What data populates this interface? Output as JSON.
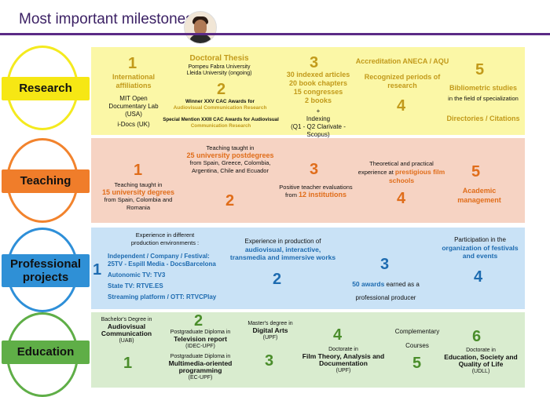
{
  "header": {
    "title": "Most important milestones"
  },
  "categories": {
    "research": "Research",
    "teaching": "Teaching",
    "professional_line1": "Professional",
    "professional_line2": "projects",
    "education": "Education"
  },
  "research": {
    "n1": "1",
    "n2": "2",
    "n3": "3",
    "n4": "4",
    "n5": "5",
    "intl_title_1": "International",
    "intl_title_2": "affiliations",
    "intl_mit_1": "MIT Open",
    "intl_mit_2": "Documentary Lab",
    "intl_mit_3": "(USA)",
    "intl_idocs": "i-Docs (UK)",
    "thesis_title": "Doctoral Thesis",
    "thesis_u1": "Pompeu Fabra University",
    "thesis_u2": "Lleida University (ongoing)",
    "thesis_win_1": "Winner XXV CAC Awards for",
    "thesis_win_2": "Audiovisual Communication Research",
    "thesis_sm_1": "Special Mention XXIII CAC Awards for Audiovisual",
    "thesis_sm_2": "Communication Research",
    "articles_1": "30 indexed articles",
    "articles_2": "20 book chapters",
    "articles_3": "15 congresses",
    "articles_4": "2 books",
    "articles_plus": "+",
    "articles_idx": "Indexing",
    "articles_q": "(Q1 - Q2 Clarivate - Scopus)",
    "accr_title": "Accreditation ANECA / AQU",
    "recog_1": "Recognized periods of",
    "recog_2": "research",
    "biblio_title": "Bibliometric studies",
    "biblio_sub": "in the field of specialization",
    "directories": "Directories / Citations"
  },
  "teaching": {
    "n1": "1",
    "n2": "2",
    "n3": "3",
    "n4": "4",
    "n5": "5",
    "t1_a": "Teaching taught in",
    "t1_b": "15 university degrees",
    "t1_c": "from Spain, Colombia and",
    "t1_d": "Romania",
    "t2_a": "Teaching taught in",
    "t2_b": "25 university postdegrees",
    "t2_c": "from Spain, Greece, Colombia,",
    "t2_d": "Argentina, Chile and Ecuador",
    "t3_a": "Positive teacher evaluations",
    "t3_b": "from",
    "t3_c": "12 institutions",
    "t4_a": "Theoretical and practical",
    "t4_b": "experience at",
    "t4_c": "prestigious film",
    "t4_d": "schools",
    "t5_a": "Academic",
    "t5_b": "management"
  },
  "professional": {
    "n1": "1",
    "n2": "2",
    "n3": "3",
    "n4": "4",
    "p1_a": "Experience in different",
    "p1_b": "production environments :",
    "p1_c": "Independent / Company / Festival:",
    "p1_d": "25TV - Espill Media - DocsBarcelona",
    "p1_e": "Autonomic TV: TV3",
    "p1_f": "State TV: RTVE.ES",
    "p1_g": "Streaming platform / OTT: RTVCPlay",
    "p2_a": "Experience in production of",
    "p2_b": "audiovisual, interactive,",
    "p2_c": "transmedia and immersive works",
    "p3_a": "50 awards",
    "p3_b": "earned as a",
    "p3_c": "professional producer",
    "p4_a": "Participation in the",
    "p4_b": "organization of festivals",
    "p4_c": "and events"
  },
  "education": {
    "n1": "1",
    "n2": "2",
    "n3": "3",
    "n4": "4",
    "n5": "5",
    "n6": "6",
    "e1_a": "Bachelor's Degree in",
    "e1_b": "Audiovisual",
    "e1_c": "Communication",
    "e1_d": "(UAB)",
    "e2_a": "Postgraduate Diploma in",
    "e2_b": "Television report",
    "e2_c": "(IDEC-UPF)",
    "e2_d": "Postgraduate Diploma in",
    "e2_e": "Multimedia-oriented",
    "e2_f": "programming",
    "e2_g": "(EC-UPF)",
    "e3_a": "Master's degree in",
    "e3_b": "Digital Arts",
    "e3_c": "(UPF)",
    "e4_a": "Doctorate in",
    "e4_b": "Film Theory, Analysis and",
    "e4_c": "Documentation",
    "e4_d": "(UPF)",
    "e5_a": "Complementary",
    "e5_b": "Courses",
    "e6_a": "Doctorate in",
    "e6_b": "Education, Society and",
    "e6_c": "Quality of Life",
    "e6_d": "(UDLL)"
  }
}
